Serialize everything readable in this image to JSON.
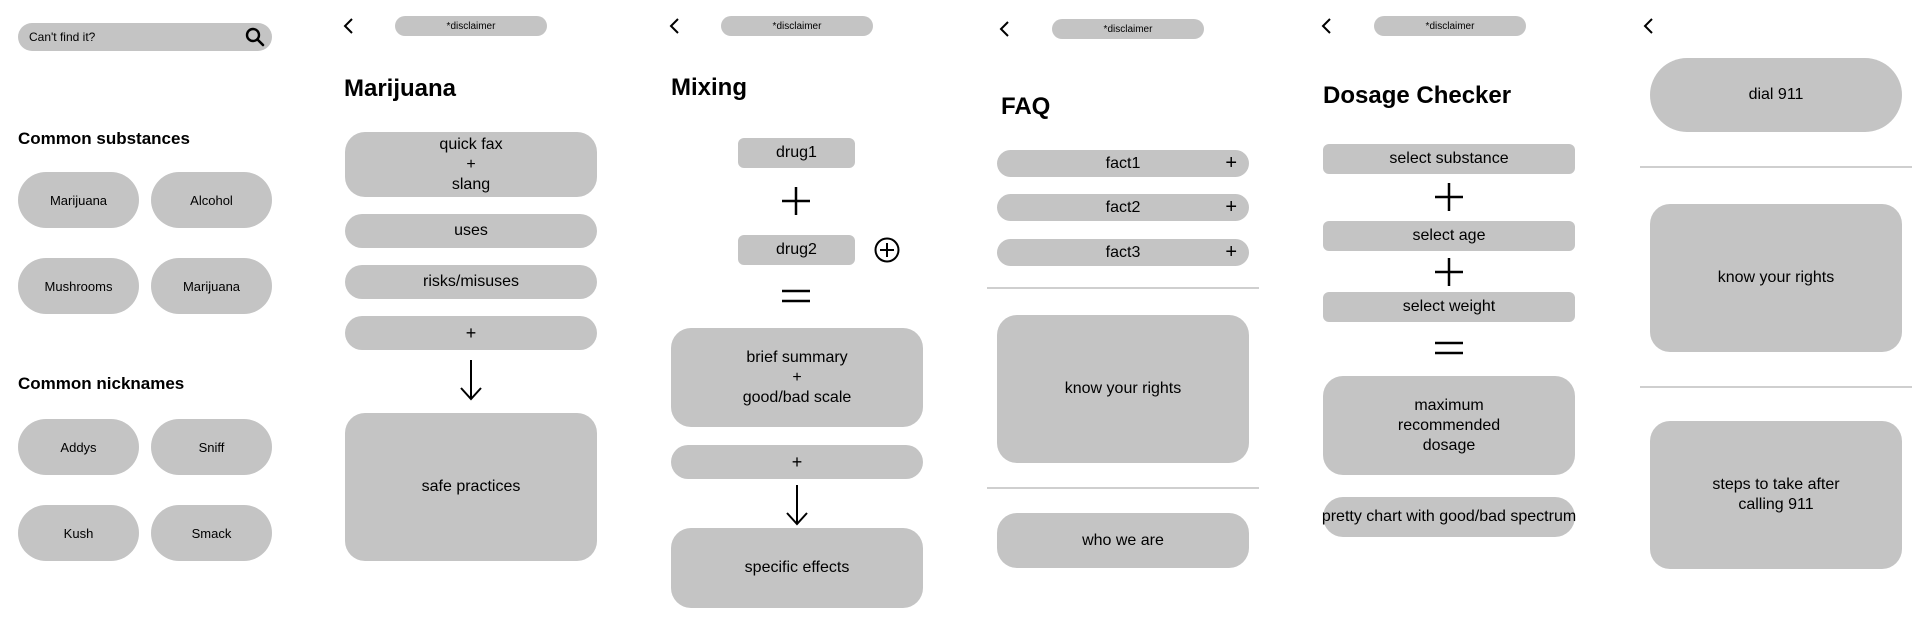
{
  "search": {
    "placeholder": "Can't find it?"
  },
  "home": {
    "common_substances_title": "Common substances",
    "substances": [
      "Marijuana",
      "Alcohol",
      "Mushrooms",
      "Marijuana"
    ],
    "common_nicknames_title": "Common nicknames",
    "nicknames": [
      "Addys",
      "Sniff",
      "Kush",
      "Smack"
    ]
  },
  "disclaimer": "*disclaimer",
  "marijuana": {
    "title": "Marijuana",
    "quick_facts": "quick fax\n+\nslang",
    "uses": "uses",
    "risks": "risks/misuses",
    "plus": "+",
    "safe_practices": "safe practices"
  },
  "mixing": {
    "title": "Mixing",
    "drug1": "drug1",
    "drug2": "drug2",
    "summary": "brief summary\n+\ngood/bad scale",
    "plus": "+",
    "specific_effects": "specific effects"
  },
  "faq": {
    "title": "FAQ",
    "facts": [
      "fact1",
      "fact2",
      "fact3"
    ],
    "plus": "+",
    "know_rights": "know your rights",
    "who_we_are": "who we are"
  },
  "dosage": {
    "title": "Dosage Checker",
    "select_substance": "select substance",
    "select_age": "select age",
    "select_weight": "select weight",
    "max_dosage": "maximum\nrecommended\ndosage",
    "chart": "pretty chart with good/bad spectrum"
  },
  "emergency": {
    "dial": "dial 911",
    "know_rights": "know your rights",
    "steps": "steps to take after\ncalling 911"
  }
}
